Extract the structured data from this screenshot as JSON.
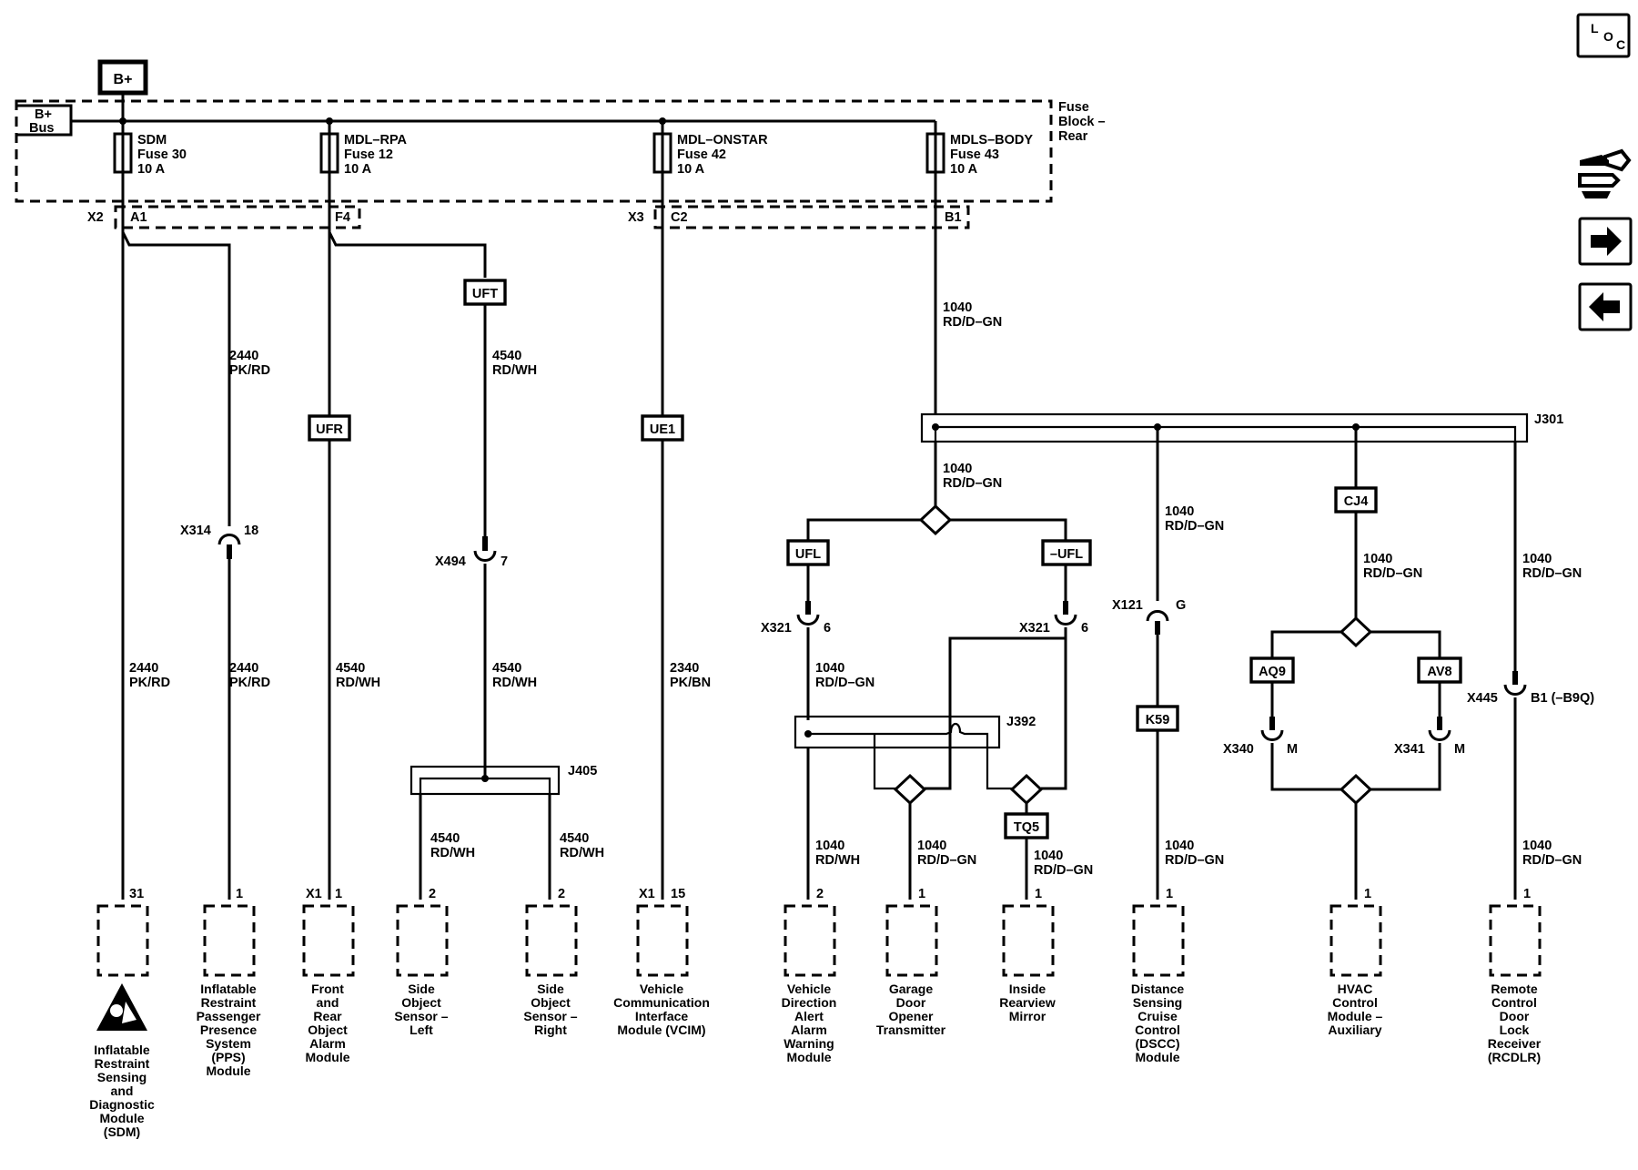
{
  "power": {
    "bplus_label": "B+",
    "bus_label": [
      "B+",
      "Bus"
    ],
    "fuse_block_label": [
      "Fuse",
      "Block –",
      "Rear"
    ]
  },
  "fuses": [
    {
      "name": "SDM",
      "fuse": "Fuse 30",
      "amps": "10 A"
    },
    {
      "name": "MDL–RPA",
      "fuse": "Fuse 12",
      "amps": "10 A"
    },
    {
      "name": "MDL–ONSTAR",
      "fuse": "Fuse 42",
      "amps": "10 A"
    },
    {
      "name": "MDLS–BODY",
      "fuse": "Fuse 43",
      "amps": "10 A"
    }
  ],
  "fuse_pins": {
    "x2": "X2",
    "a1": "A1",
    "f4": "F4",
    "x3": "X3",
    "c2": "C2",
    "b1": "B1"
  },
  "options": {
    "uft": "UFT",
    "ufr": "UFR",
    "ue1": "UE1",
    "ufl": "UFL",
    "nufl": "–UFL",
    "cj4": "CJ4",
    "aq9": "AQ9",
    "av8": "AV8",
    "k59": "K59",
    "tq5": "TQ5"
  },
  "splices": {
    "j301": "J301",
    "j392": "J392",
    "j405": "J405"
  },
  "wires": {
    "c2440": "2440",
    "pkrd": "PK/RD",
    "c4540": "4540",
    "rdwh": "RD/WH",
    "c2340": "2340",
    "pkbn": "PK/BN",
    "c1040": "1040",
    "rddgn": "RD/D–GN"
  },
  "connectors": {
    "x314": "X314",
    "p18": "18",
    "x494": "X494",
    "p7": "7",
    "x321": "X321",
    "p6": "6",
    "x121": "X121",
    "pg": "G",
    "x445": "X445",
    "pb1": "B1 (–B9Q)",
    "x340": "X340",
    "x341": "X341",
    "pm": "M",
    "x1": "X1",
    "pin1": "1",
    "pin2": "2",
    "pin15": "15",
    "pin31": "31"
  },
  "modules": [
    {
      "name": [
        "Inflatable",
        "Restraint",
        "Sensing",
        "and",
        "Diagnostic",
        "Module",
        "(SDM)"
      ]
    },
    {
      "name": [
        "Inflatable",
        "Restraint",
        "Passenger",
        "Presence",
        "System",
        "(PPS)",
        "Module"
      ]
    },
    {
      "name": [
        "Front",
        "and",
        "Rear",
        "Object",
        "Alarm",
        "Module"
      ]
    },
    {
      "name": [
        "Side",
        "Object",
        "Sensor –",
        "Left"
      ]
    },
    {
      "name": [
        "Side",
        "Object",
        "Sensor –",
        "Right"
      ]
    },
    {
      "name": [
        "Vehicle",
        "Communication",
        "Interface",
        "Module (VCIM)"
      ]
    },
    {
      "name": [
        "Vehicle",
        "Direction",
        "Alert",
        "Alarm",
        "Warning",
        "Module"
      ]
    },
    {
      "name": [
        "Garage",
        "Door",
        "Opener",
        "Transmitter"
      ]
    },
    {
      "name": [
        "Inside",
        "Rearview",
        "Mirror"
      ]
    },
    {
      "name": [
        "Distance",
        "Sensing",
        "Cruise",
        "Control",
        "(DSCC)",
        "Module"
      ]
    },
    {
      "name": [
        "HVAC",
        "Control",
        "Module –",
        "Auxiliary"
      ]
    },
    {
      "name": [
        "Remote",
        "Control",
        "Door",
        "Lock",
        "Receiver",
        "(RCDLR)"
      ]
    }
  ],
  "nav": {
    "loc_l": "L",
    "loc_o": "O",
    "loc_c": "C",
    "connector_icon": "connector-end-view-icon",
    "next_icon": "right-arrow-icon",
    "prev_icon": "left-arrow-icon"
  }
}
